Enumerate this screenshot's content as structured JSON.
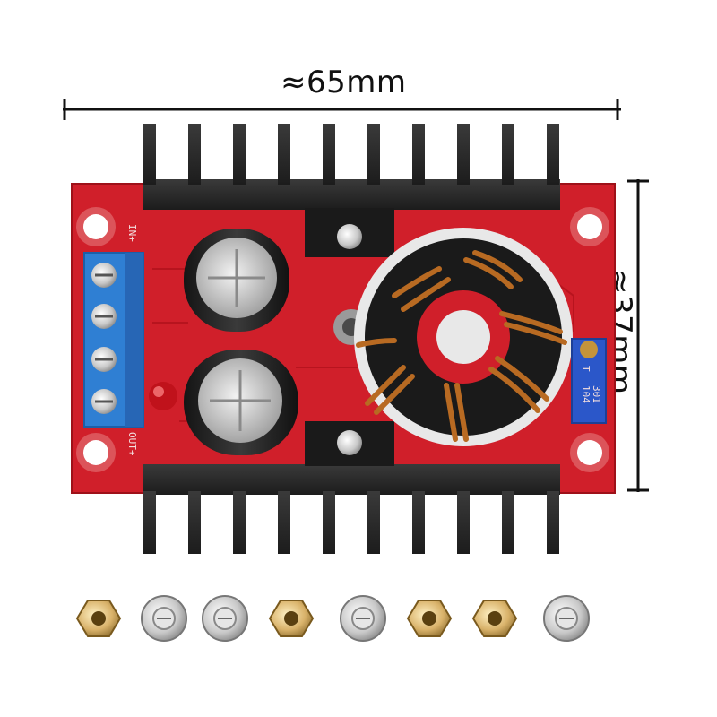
{
  "dimensions": {
    "width_label": "≈65mm",
    "height_label": "≈37mm"
  },
  "board": {
    "silkscreen_in": "IN+",
    "silkscreen_out": "OUT+",
    "pot_marking_1": "104",
    "pot_marking_2": "301",
    "pot_marking_3": "T"
  },
  "colors": {
    "pcb": "#d01f2a",
    "heatsink": "#2b2b2b",
    "terminal": "#2f7fd3",
    "coil": "#b86a22",
    "brass": "#d9b26a",
    "steel": "#c9c9c9"
  },
  "hardware": [
    "brass-nut",
    "steel-screw",
    "steel-screw",
    "brass-nut",
    "steel-screw",
    "brass-nut",
    "brass-nut",
    "steel-screw"
  ]
}
